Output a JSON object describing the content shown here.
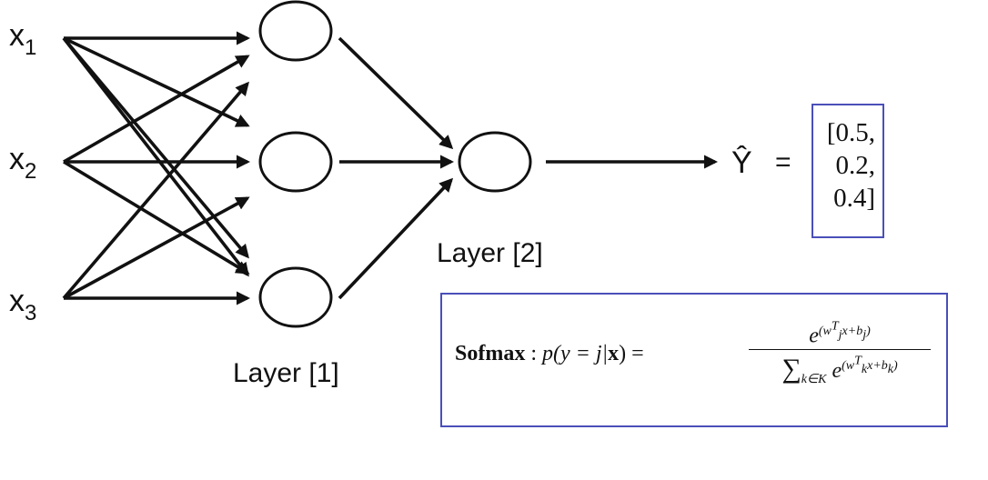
{
  "inputs": [
    {
      "base": "x",
      "sub": "1"
    },
    {
      "base": "x",
      "sub": "2"
    },
    {
      "base": "x",
      "sub": "3"
    }
  ],
  "layer1_label": "Layer [1]",
  "layer2_label": "Layer [2]",
  "output_symbol": "Ŷ",
  "equals": "=",
  "output_values": [
    "[0.5,",
    "0.2,",
    "0.4]"
  ],
  "formula": {
    "name": "Sofmax",
    "colon": " : ",
    "lhs_func": "p",
    "lhs_args": "(y = j|",
    "lhs_x": "x",
    "lhs_close": ")",
    "eq": " = ",
    "num_base": "e",
    "num_exp": "(w",
    "num_exp_sub": "j",
    "num_exp_sup": "T",
    "num_exp_rest": "x+b",
    "num_exp_b_sub": "j",
    "num_exp_close": ")",
    "den_sum": "∑",
    "den_sum_sub": "k∈K",
    "den_base": "e",
    "den_exp": "(w",
    "den_exp_sub": "k",
    "den_exp_sup": "T",
    "den_exp_rest": "x+b",
    "den_exp_b_sub": "k",
    "den_exp_close": ")"
  },
  "colors": {
    "ink": "#111111",
    "box_border": "#4a4fb8"
  }
}
